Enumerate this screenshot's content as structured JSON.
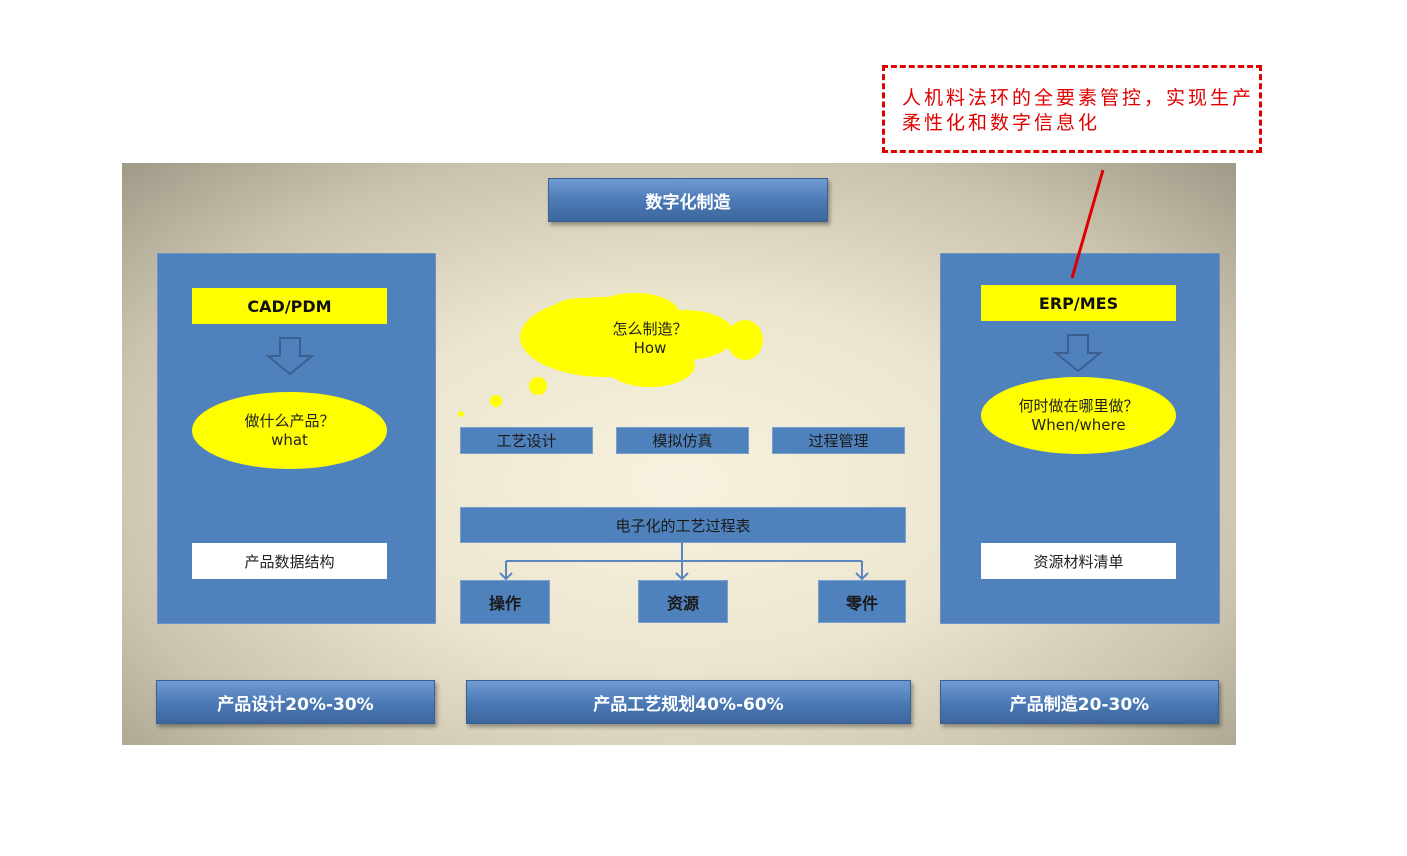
{
  "callout": {
    "text": "人机料法环的全要素管控，实现生产柔性化和数字信息化",
    "color": "#e00000"
  },
  "title": "数字化制造",
  "left": {
    "system": "CAD/PDM",
    "question": "做什么产品？",
    "question_en": "what",
    "output": "产品数据结构"
  },
  "center": {
    "cloud": "怎么制造？",
    "cloud_en": "How",
    "tools": [
      "工艺设计",
      "模拟仿真",
      "过程管理"
    ],
    "process_table": "电子化的工艺过程表",
    "children": [
      "操作",
      "资源",
      "零件"
    ]
  },
  "right": {
    "system": "ERP/MES",
    "question": "何时做在哪里做？",
    "question_en": "When/where",
    "output": "资源材料清单"
  },
  "footer": [
    "产品设计20%-30%",
    "产品工艺规划40%-60%",
    "产品制造20-30%"
  ],
  "colors": {
    "blue": "#4f81bd",
    "yellow": "#ffff00"
  }
}
